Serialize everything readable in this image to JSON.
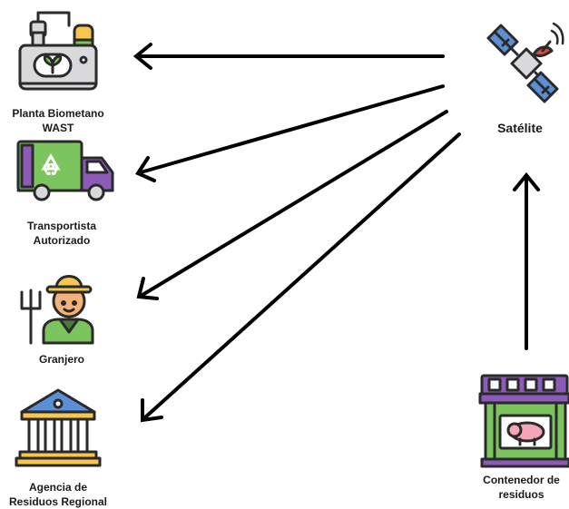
{
  "nodes": {
    "planta": {
      "label_line1": "Planta Biometano",
      "label_line2": "WAST"
    },
    "transportista": {
      "label_line1": "Transportista",
      "label_line2": "Autorizado"
    },
    "granjero": {
      "label_line1": "Granjero"
    },
    "agencia": {
      "label_line1": "Agencia de",
      "label_line2": "Residuos Regional"
    },
    "satelite": {
      "label_line1": "Satélite"
    },
    "contenedor": {
      "label_line1": "Contenedor de",
      "label_line2": "residuos"
    }
  },
  "edges": [
    {
      "from": "satelite",
      "to": "planta"
    },
    {
      "from": "satelite",
      "to": "transportista"
    },
    {
      "from": "satelite",
      "to": "granjero"
    },
    {
      "from": "satelite",
      "to": "agencia"
    },
    {
      "from": "contenedor",
      "to": "satelite"
    }
  ],
  "colors": {
    "arrow": "#000000",
    "outline": "#2a2a2a",
    "gray": "#d9d9db",
    "green": "#7cc45d",
    "purple": "#8c5bb8",
    "yellow": "#f6c64f",
    "skin": "#f2b27a",
    "dark_green": "#4c7a3a",
    "blue": "#5b8fd6",
    "red": "#e5473c",
    "pink": "#f2a6b8"
  }
}
